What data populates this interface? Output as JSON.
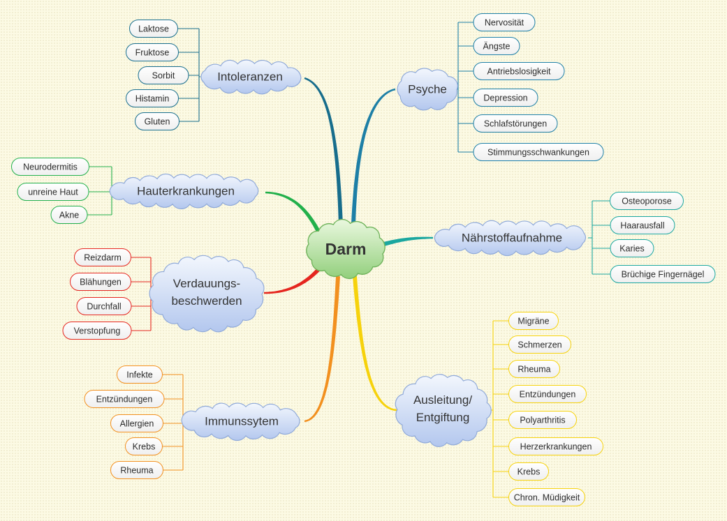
{
  "diagram": {
    "center": {
      "label": "Darm",
      "color": "#6fb35b"
    },
    "branches": [
      {
        "label": [
          "Intoleranzen"
        ],
        "color": "#176d8c",
        "leaves": [
          "Laktose",
          "Fruktose",
          "Sorbit",
          "Histamin",
          "Gluten"
        ]
      },
      {
        "label": [
          "Hauterkrankungen"
        ],
        "color": "#22b04b",
        "leaves": [
          "Neurodermitis",
          "unreine Haut",
          "Akne"
        ]
      },
      {
        "label": [
          "Verdauungs-",
          "beschwerden"
        ],
        "color": "#e5261f",
        "leaves": [
          "Reizdarm",
          "Blähungen",
          "Durchfall",
          "Verstopfung"
        ]
      },
      {
        "label": [
          "Immunssytem"
        ],
        "color": "#f2901f",
        "leaves": [
          "Infekte",
          "Entzündungen",
          "Allergien",
          "Krebs",
          "Rheuma"
        ]
      },
      {
        "label": [
          "Psyche"
        ],
        "color": "#1d7fa6",
        "leaves": [
          "Nervosität",
          "Ängste",
          "Antriebslosigkeit",
          "Depression",
          "Schlafstörungen",
          "Stimmungsschwankungen"
        ]
      },
      {
        "label": [
          "Nährstoffaufnahme"
        ],
        "color": "#1ba79f",
        "leaves": [
          "Osteoporose",
          "Haarausfall",
          "Karies",
          "Brüchige Fingernägel"
        ]
      },
      {
        "label": [
          "Ausleitung/",
          "Entgiftung"
        ],
        "color": "#f6d20c",
        "leaves": [
          "Migräne",
          "Schmerzen",
          "Rheuma",
          "Entzündungen",
          "Polyarthritis",
          "Herzerkrankungen",
          "Krebs",
          "Chron. Müdigkeit"
        ]
      }
    ]
  }
}
